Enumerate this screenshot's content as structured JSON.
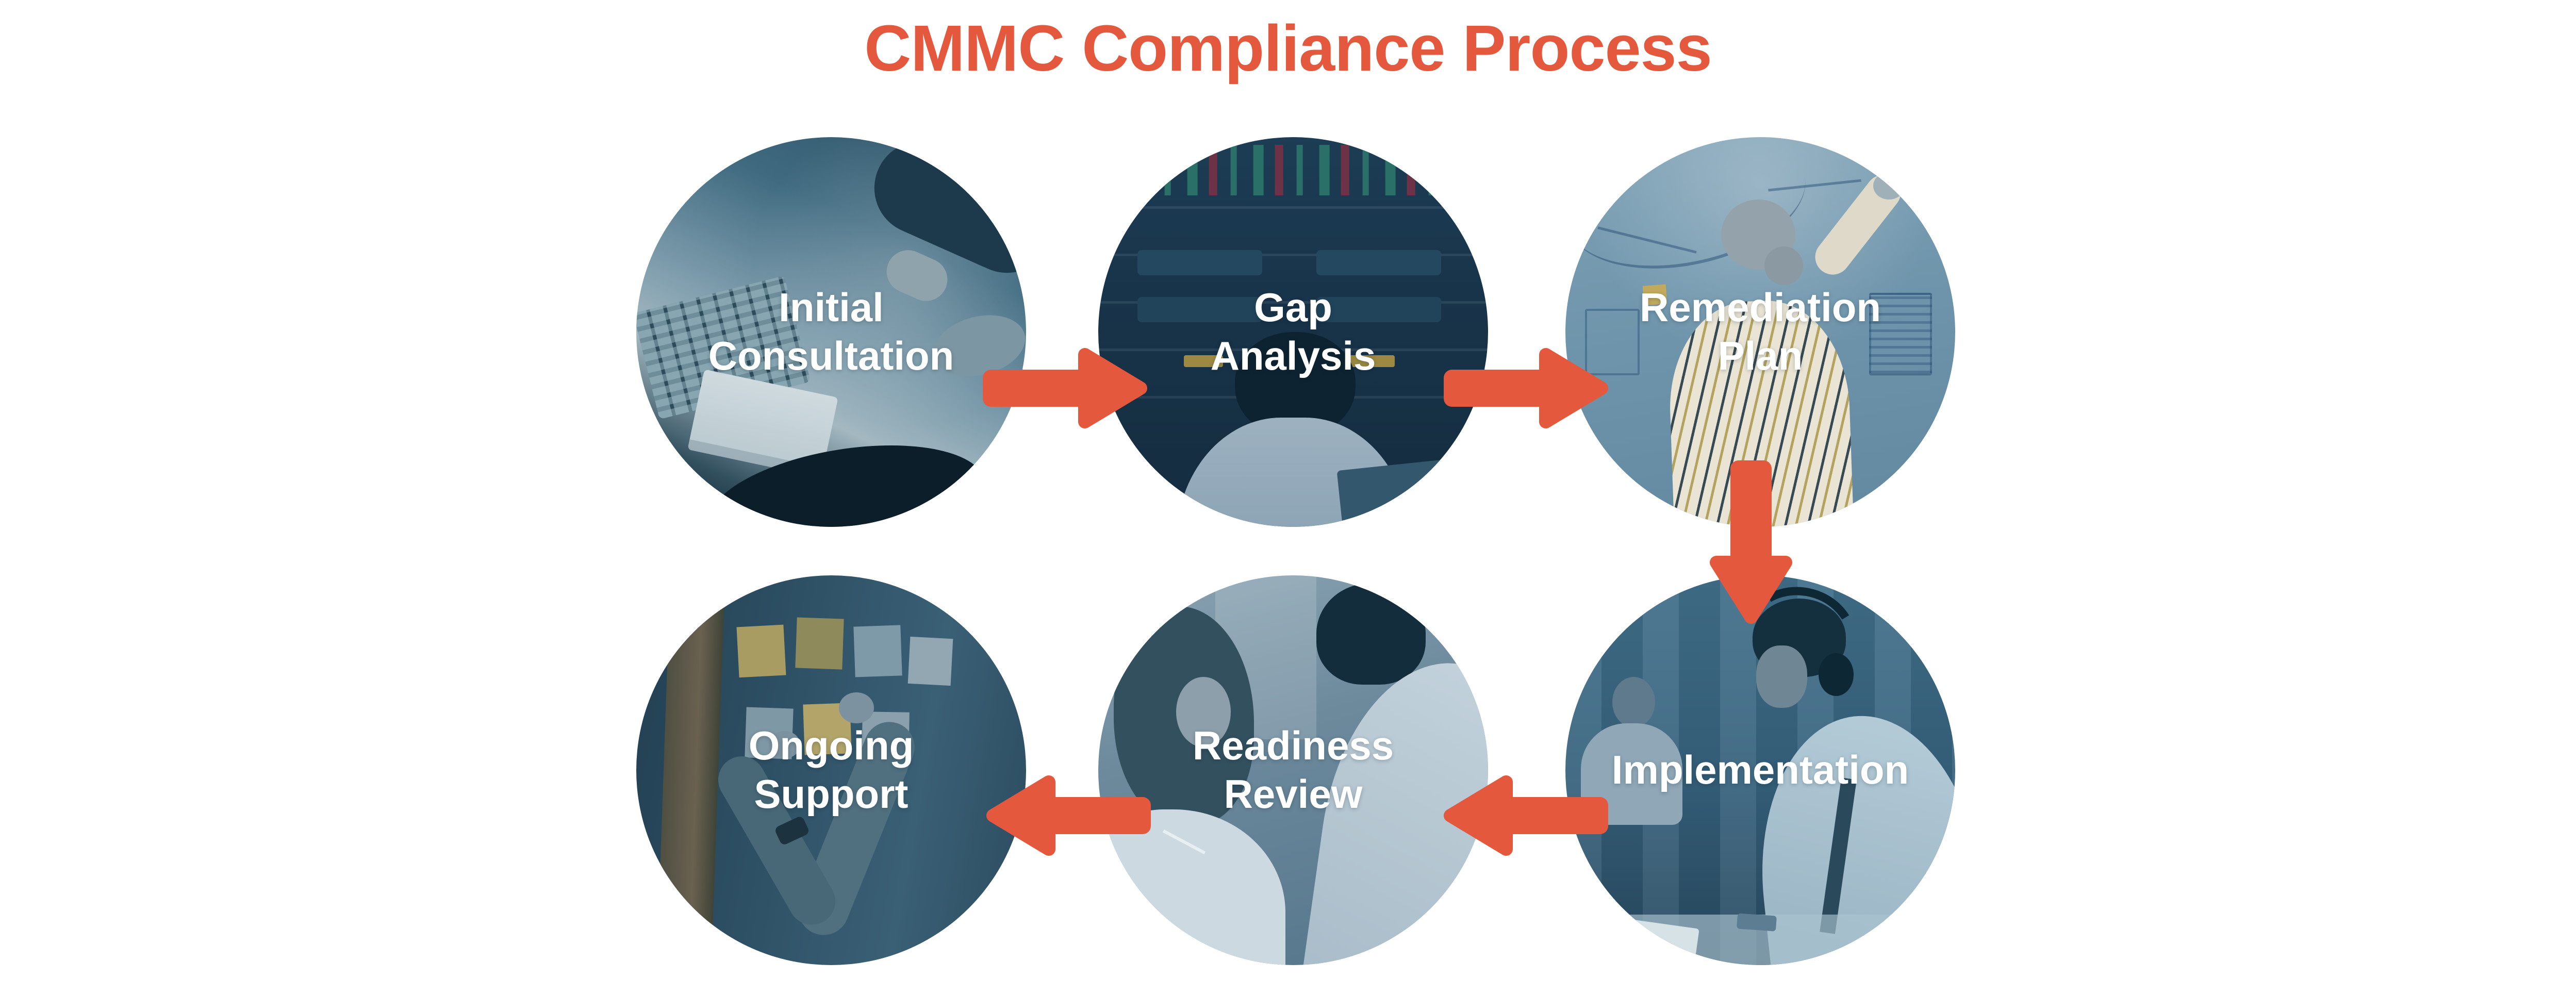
{
  "title": "CMMC Compliance Process",
  "colors": {
    "accent_red": "#E4583E",
    "label_text": "#FFFFFF",
    "background": "#FFFFFF"
  },
  "steps": [
    {
      "name": "Initial Consultation",
      "line1": "Initial",
      "line2": "Consultation",
      "photo": "business-meeting-signing-photo",
      "tint": "#33596E"
    },
    {
      "name": "Gap Analysis",
      "line1": "Gap",
      "line2": "Analysis",
      "photo": "analyst-trading-dashboard-photo",
      "tint": "#16344A"
    },
    {
      "name": "Remediation Plan",
      "line1": "Remediation",
      "line2": "Plan",
      "photo": "whiteboard-planning-photo",
      "tint": "#6D93AB"
    },
    {
      "name": "Implementation",
      "line1": "Implementation",
      "line2": "",
      "photo": "support-agent-headset-photo",
      "tint": "#35617C"
    },
    {
      "name": "Readiness Review",
      "line1": "Readiness",
      "line2": "Review",
      "photo": "colleagues-discussion-photo",
      "tint": "#5E7F95"
    },
    {
      "name": "Ongoing Support",
      "line1": "Ongoing",
      "line2": "Support",
      "photo": "sticky-notes-wall-photo",
      "tint": "#2B4B5F"
    }
  ],
  "arrows": [
    {
      "from": "Initial Consultation",
      "to": "Gap Analysis",
      "direction": "right"
    },
    {
      "from": "Gap Analysis",
      "to": "Remediation Plan",
      "direction": "right"
    },
    {
      "from": "Remediation Plan",
      "to": "Implementation",
      "direction": "down"
    },
    {
      "from": "Implementation",
      "to": "Readiness Review",
      "direction": "left"
    },
    {
      "from": "Readiness Review",
      "to": "Ongoing Support",
      "direction": "left"
    }
  ]
}
